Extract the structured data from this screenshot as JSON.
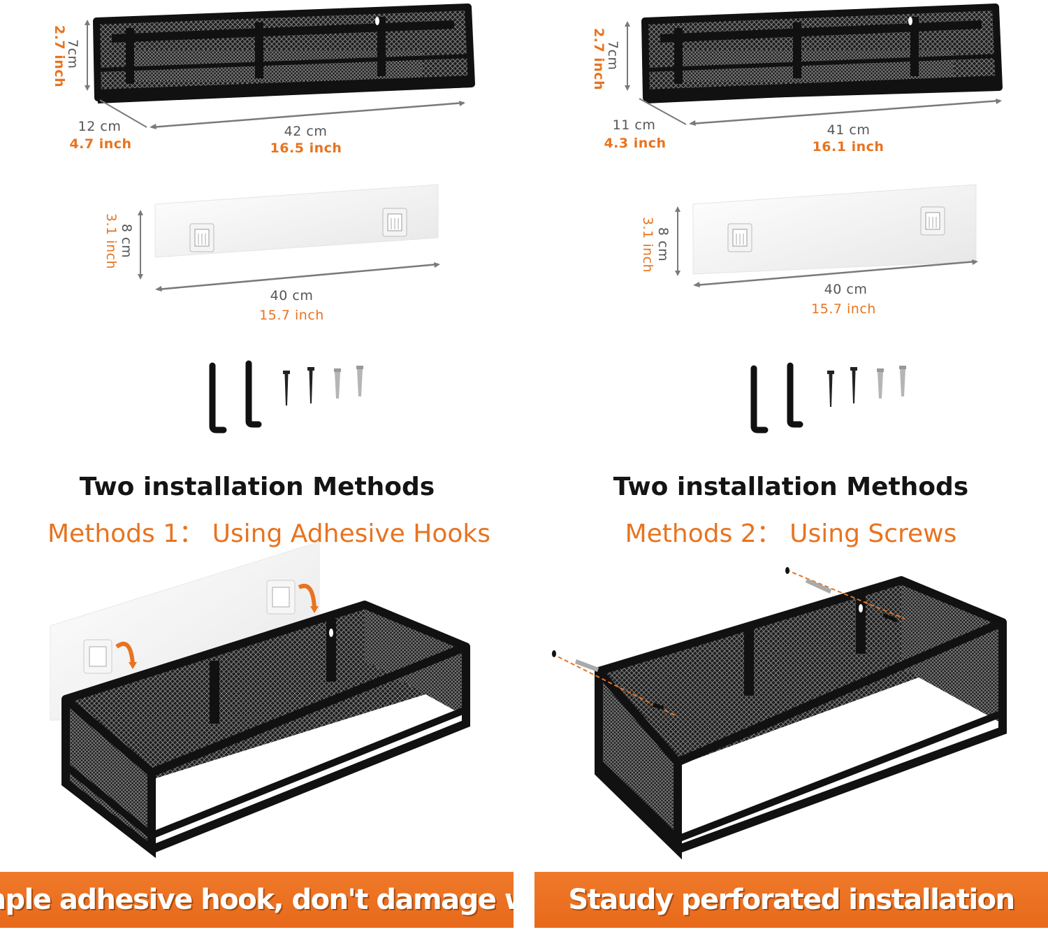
{
  "left": {
    "shelf": {
      "height_cm": "7cm",
      "height_in": "2.7 inch",
      "depth_cm": "12 cm",
      "depth_in": "4.7 inch",
      "length_cm": "42 cm",
      "length_in": "16.5 inch"
    },
    "plate": {
      "height_cm": "8 cm",
      "height_in": "3.1 inch",
      "length_cm": "40 cm",
      "length_in": "15.7 inch"
    },
    "heading": "Two installation Methods",
    "method": "Methods 1： Using Adhesive Hooks",
    "banner": "Simple adhesive hook, don't damage wall"
  },
  "right": {
    "shelf": {
      "height_cm": "7cm",
      "height_in": "2.7 inch",
      "depth_cm": "11 cm",
      "depth_in": "4.3 inch",
      "length_cm": "41 cm",
      "length_in": "16.1 inch"
    },
    "plate": {
      "height_cm": "8 cm",
      "height_in": "3.1 inch",
      "length_cm": "40 cm",
      "length_in": "15.7 inch"
    },
    "heading": "Two installation Methods",
    "method": "Methods 2： Using Screws",
    "banner": "Staudy perforated installation"
  },
  "colors": {
    "accent": "#e8731f",
    "metal": "#151515",
    "dimension_line": "#7a7a7a"
  }
}
